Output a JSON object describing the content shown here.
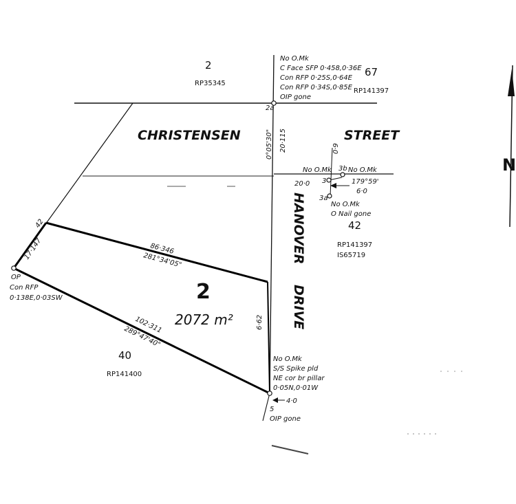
{
  "lots": {
    "top_lot_number": "2",
    "top_lot_rp": "RP35345",
    "right_top_lot_number": "67",
    "right_top_lot_rp": "RP141397",
    "right_lot_number": "42",
    "right_lot_rp": "RP141397",
    "right_lot_is": "IS65719",
    "bottom_lot_number": "40",
    "bottom_lot_rp": "RP141400",
    "main_lot_number": "2",
    "main_lot_area": "2072 m²"
  },
  "streets": {
    "christensen": "CHRISTENSEN",
    "street": "STREET",
    "hanover": "HANOVER",
    "drive": "DRIVE"
  },
  "dimensions": {
    "top_boundary_length": "86·346",
    "top_boundary_bearing": "281°34'05\"",
    "bottom_boundary_length": "102·311",
    "bottom_boundary_bearing": "289°47'40\"",
    "west_frontage": "17·147",
    "west_corner": "42",
    "east_frontage": "6·62",
    "road_width": "20·115",
    "road_bearing": "0°05'30\"",
    "street_width_left": "20·0",
    "street_width_mid": "0·9",
    "bearing_right": "179°59'",
    "dist_right": "6·0",
    "dist_bottom": "4·0"
  },
  "marks": {
    "top_note_1": "No O.Mk",
    "top_note_2": "C Face SFP 0·458,0·36E",
    "top_note_3": "Con RFP 0·25S,0·64E",
    "top_note_4": "Con RFP 0·34S,0·85E",
    "top_note_5": "OIP gone",
    "station_2a": "2a",
    "station_3": "3",
    "station_3a": "3a",
    "station_3b": "3b",
    "right_note_left": "No O.Mk",
    "right_note_right": "No O.Mk",
    "below_3a_1": "No O.Mk",
    "below_3a_2": "O Nail gone",
    "left_note_1": "OP",
    "left_note_2": "Con RFP",
    "left_note_3": "0·138E,0·03SW",
    "bottom_note_1": "No O.Mk",
    "bottom_note_2": "S/S Spike pld",
    "bottom_note_3": "NE cor br pillar",
    "bottom_note_4": "0·05N,0·01W",
    "station_5": "5",
    "station_5_note": "OIP gone"
  },
  "north_arrow": {
    "label": "N"
  }
}
